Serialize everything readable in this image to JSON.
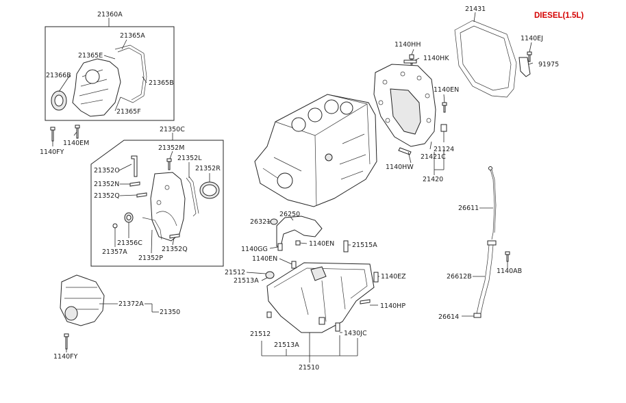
{
  "title": "DIESEL(1.5L)",
  "colors": {
    "title": "#d40000",
    "line": "#222222",
    "text": "#1a1a1a"
  },
  "labels": {
    "l21360A": "21360A",
    "l21365A": "21365A",
    "l21365E": "21365E",
    "l21366B": "21366B",
    "l21365B": "21365B",
    "l21365F": "21365F",
    "l1140FY_a": "1140FY",
    "l1140EM": "1140EM",
    "l21350C": "21350C",
    "l21352M": "21352M",
    "l21352L": "21352L",
    "l21352O": "21352O",
    "l21352R": "21352R",
    "l21352N": "21352N",
    "l21352Q_a": "21352Q",
    "l21356C": "21356C",
    "l21357A": "21357A",
    "l21352P": "21352P",
    "l21352Q_b": "21352Q",
    "l21372A": "21372A",
    "l21350": "21350",
    "l1140FY_b": "1140FY",
    "l21431": "21431",
    "l1140HH": "1140HH",
    "l1140HK": "1140HK",
    "l1140EJ": "1140EJ",
    "l91975": "91975",
    "l1140EN_a": "1140EN",
    "l21124": "21124",
    "l1140HW": "1140HW",
    "l21421C": "21421C",
    "l21420": "21420",
    "l26611": "26611",
    "l26612B": "26612B",
    "l1140AB": "1140AB",
    "l26614": "26614",
    "l26321": "26321",
    "l26250": "26250",
    "l1140GG": "1140GG",
    "l1140EN_b": "1140EN",
    "l21515A": "21515A",
    "l1140EN_c": "1140EN",
    "l21512_a": "21512",
    "l21513A_a": "21513A",
    "l1140EZ": "1140EZ",
    "l1140HP": "1140HP",
    "l1430JC": "1430JC",
    "l21512_b": "21512",
    "l21513A_b": "21513A",
    "l21510": "21510"
  }
}
